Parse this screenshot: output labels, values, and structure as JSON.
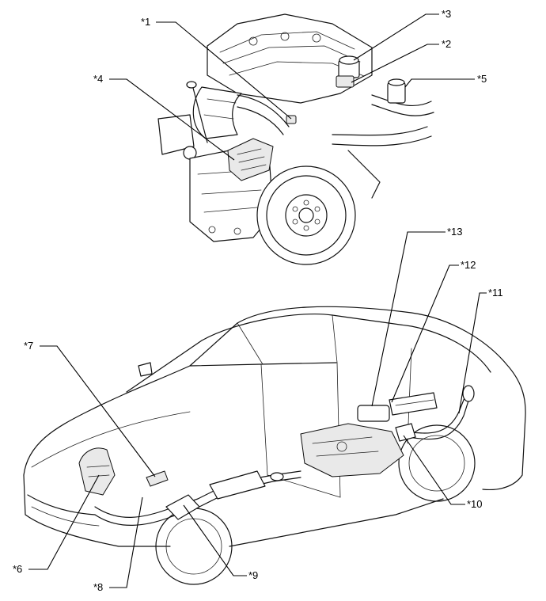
{
  "callouts": [
    {
      "id": "c1",
      "label": "*1"
    },
    {
      "id": "c2",
      "label": "*2"
    },
    {
      "id": "c3",
      "label": "*3"
    },
    {
      "id": "c4",
      "label": "*4"
    },
    {
      "id": "c5",
      "label": "*5"
    },
    {
      "id": "c6",
      "label": "*6"
    },
    {
      "id": "c7",
      "label": "*7"
    },
    {
      "id": "c8",
      "label": "*8"
    },
    {
      "id": "c9",
      "label": "*9"
    },
    {
      "id": "c10",
      "label": "*10"
    },
    {
      "id": "c11",
      "label": "*11"
    },
    {
      "id": "c12",
      "label": "*12"
    },
    {
      "id": "c13",
      "label": "*13"
    }
  ]
}
